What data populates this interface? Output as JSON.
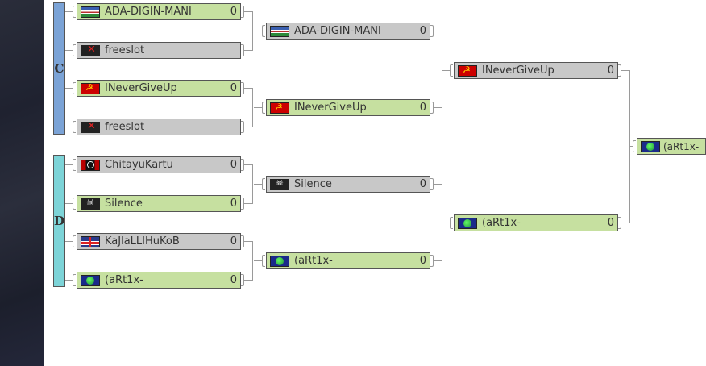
{
  "groups": [
    {
      "label": "C",
      "color": "#7ba3d6"
    },
    {
      "label": "D",
      "color": "#7dd4d8"
    }
  ],
  "colors": {
    "winner": "#c6e0a0",
    "loser": "#c8c8c8"
  },
  "rounds": [
    [
      {
        "name": "ADA-DIGIN-MANI",
        "score": "0",
        "status": "win",
        "flag": "kenya-like-flag-icon"
      },
      {
        "name": "freeslot",
        "score": "",
        "status": "lose",
        "flag": "red-x-icon"
      },
      {
        "name": "INeverGiveUp",
        "score": "0",
        "status": "win",
        "flag": "ussr-flag-icon"
      },
      {
        "name": "freeslot",
        "score": "",
        "status": "lose",
        "flag": "red-x-icon"
      },
      {
        "name": "ChitayuKartu",
        "score": "0",
        "status": "lose",
        "flag": "red-black-emblem-flag-icon"
      },
      {
        "name": "Silence",
        "score": "0",
        "status": "win",
        "flag": "pirate-flag-icon"
      },
      {
        "name": "KaJlaLLIHuKoB",
        "score": "0",
        "status": "lose",
        "flag": "uk-flag-icon"
      },
      {
        "name": "(aRt1x-",
        "score": "0",
        "status": "win",
        "flag": "globe-icon"
      }
    ],
    [
      {
        "name": "ADA-DIGIN-MANI",
        "score": "0",
        "status": "lose",
        "flag": "kenya-like-flag-icon"
      },
      {
        "name": "INeverGiveUp",
        "score": "0",
        "status": "win",
        "flag": "ussr-flag-icon"
      },
      {
        "name": "Silence",
        "score": "0",
        "status": "lose",
        "flag": "pirate-flag-icon"
      },
      {
        "name": "(aRt1x-",
        "score": "0",
        "status": "win",
        "flag": "globe-icon"
      }
    ],
    [
      {
        "name": "INeverGiveUp",
        "score": "0",
        "status": "lose",
        "flag": "ussr-flag-icon"
      },
      {
        "name": "(aRt1x-",
        "score": "0",
        "status": "win",
        "flag": "globe-icon"
      }
    ],
    [
      {
        "name": "(aRt1x-",
        "score": "",
        "status": "win",
        "flag": "globe-icon"
      }
    ]
  ]
}
